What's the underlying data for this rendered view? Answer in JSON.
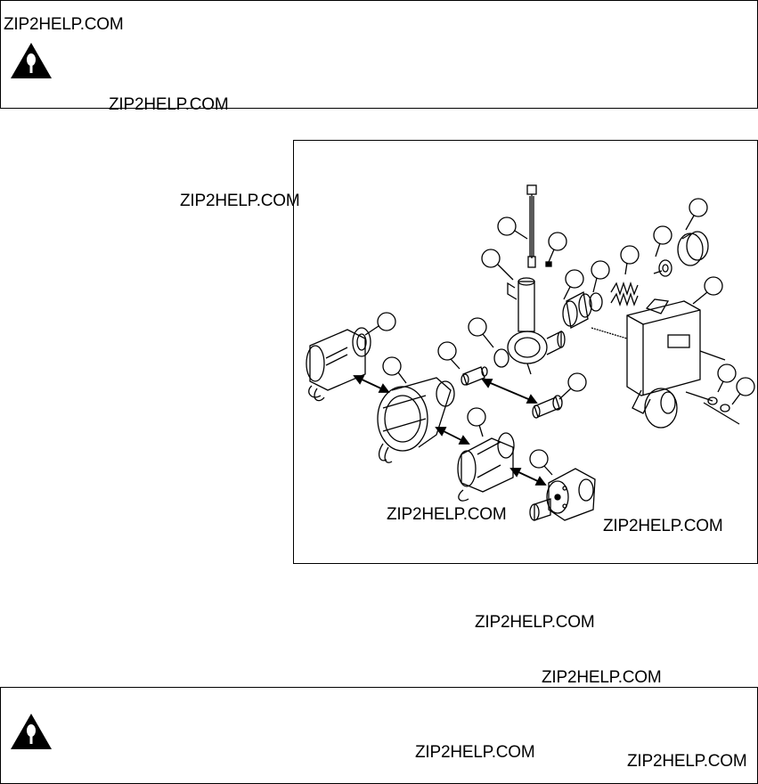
{
  "watermarks": [
    "ZIP2HELP.COM",
    "ZIP2HELP.COM",
    "ZIP2HELP.COM",
    "ZIP2HELP.COM",
    "ZIP2HELP.COM",
    "ZIP2HELP.COM",
    "ZIP2HELP.COM",
    "ZIP2HELP.COM",
    "ZIP2HELP.COM"
  ],
  "icons": {
    "warning": "warning-triangle-icon"
  },
  "colors": {
    "ink": "#000000",
    "paper": "#ffffff"
  }
}
